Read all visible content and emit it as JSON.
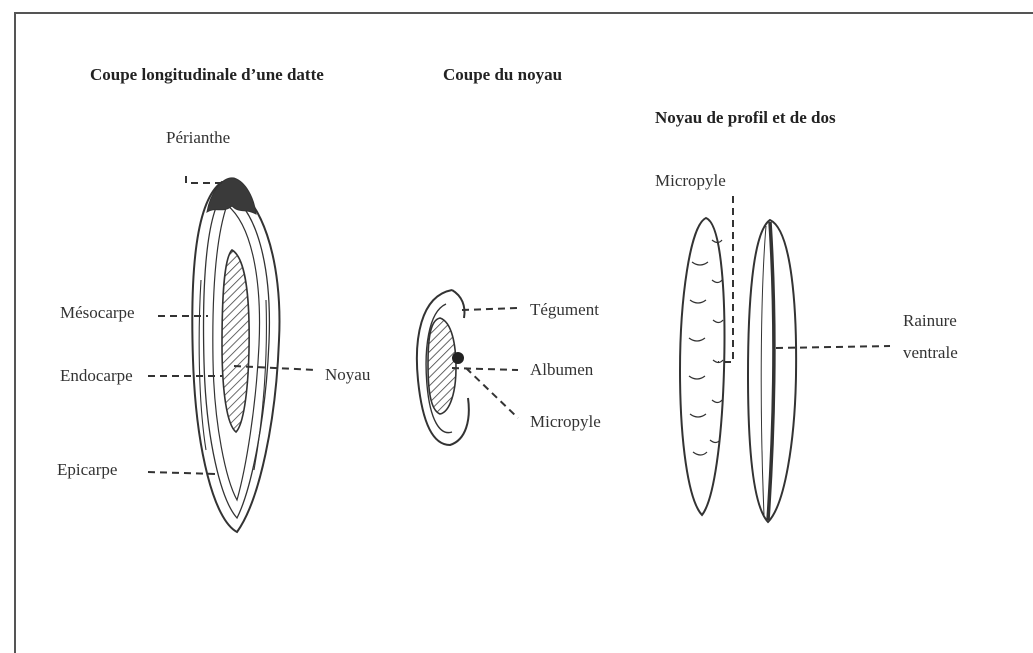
{
  "panels": {
    "datte": {
      "title": "Coupe longitudinale d’une datte",
      "labels": {
        "perianthe": "Périanthe",
        "mesocarpe": "Mésocarpe",
        "endocarpe": "Endocarpe",
        "epicarpe": "Epicarpe",
        "noyau": "Noyau"
      }
    },
    "coupe_noyau": {
      "title": "Coupe du noyau",
      "labels": {
        "tegument": "Tégument",
        "albumen": "Albumen",
        "micropyle": "Micropyle"
      }
    },
    "profil": {
      "title": "Noyau de profil et de dos",
      "labels": {
        "micropyle": "Micropyle",
        "rainure_1": "Rainure",
        "rainure_2": "ventrale"
      }
    }
  }
}
